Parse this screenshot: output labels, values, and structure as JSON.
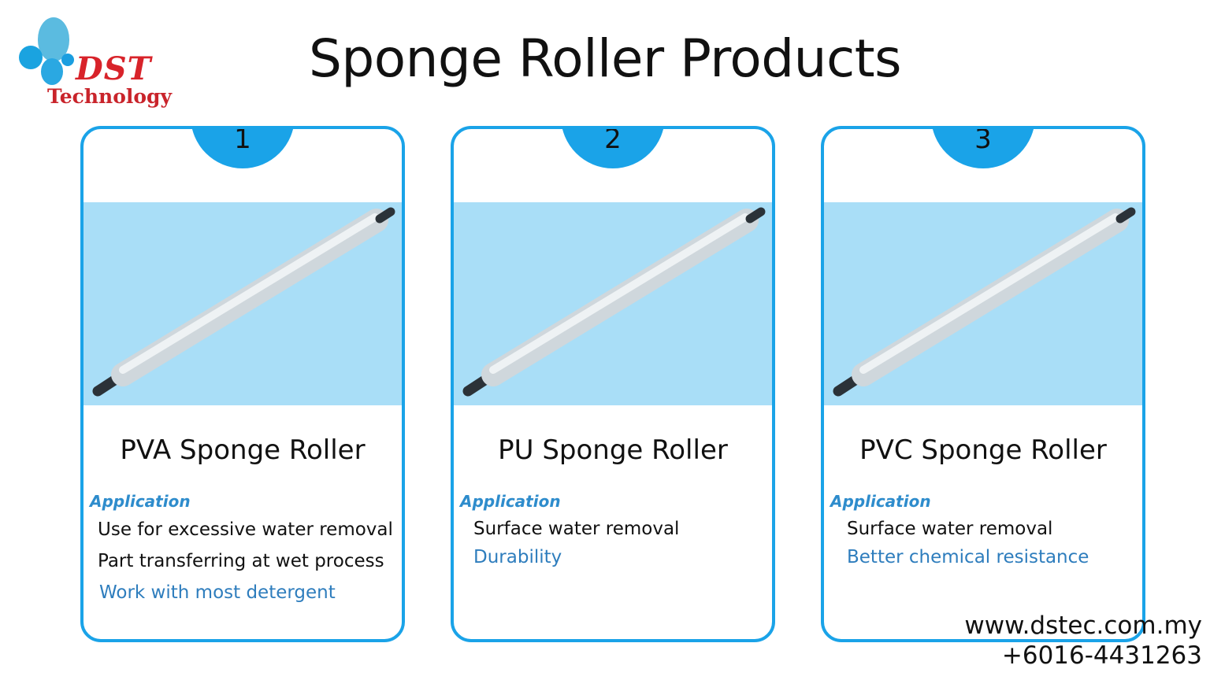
{
  "logo": {
    "brand": "DST",
    "subtitle": "Technology"
  },
  "title": "Sponge Roller Products",
  "cards": [
    {
      "number": "1",
      "name": "PVA Sponge Roller",
      "application_label": "Application",
      "lines": [
        "Use for excessive water removal",
        "Part transferring at wet process"
      ],
      "highlight": "Work with most detergent"
    },
    {
      "number": "2",
      "name": "PU Sponge Roller",
      "application_label": "Application",
      "lines": [
        "Surface water removal"
      ],
      "highlight": "Durability"
    },
    {
      "number": "3",
      "name": "PVC Sponge Roller",
      "application_label": "Application",
      "lines": [
        "Surface water removal"
      ],
      "highlight": "Better chemical resistance"
    }
  ],
  "contact": {
    "website": "www.dstec.com.my",
    "phone": "+6016-4431263"
  },
  "colors": {
    "accent": "#1aa3e8",
    "photo_bg": "#a9def7",
    "brand_red": "#d8232a",
    "label_blue": "#2e8ccc",
    "highlight_blue": "#2e7dbd"
  }
}
